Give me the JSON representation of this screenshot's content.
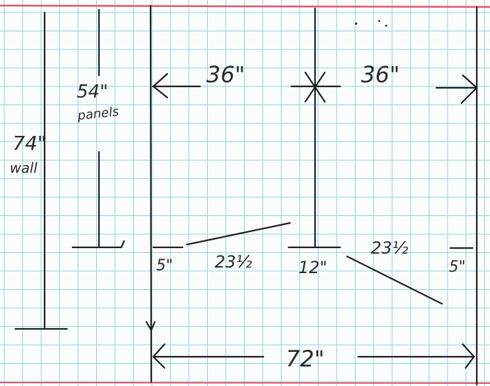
{
  "colors": {
    "paper": "#fbfdfd",
    "grid": "#8fd3dd",
    "ink": "#1f1f1f",
    "margin_red": "#e3556b"
  },
  "labels": {
    "wall_height": "74\"",
    "wall_word": "wall",
    "panel_height": "54\"",
    "panel_word": "panels",
    "left_width": "36\"",
    "right_width": "36\"",
    "left_edge_gap": "5\"",
    "left_slope": "23½",
    "center_gap": "12\"",
    "right_slope": "23½",
    "right_edge_gap": "5\"",
    "total_width": "72\""
  }
}
